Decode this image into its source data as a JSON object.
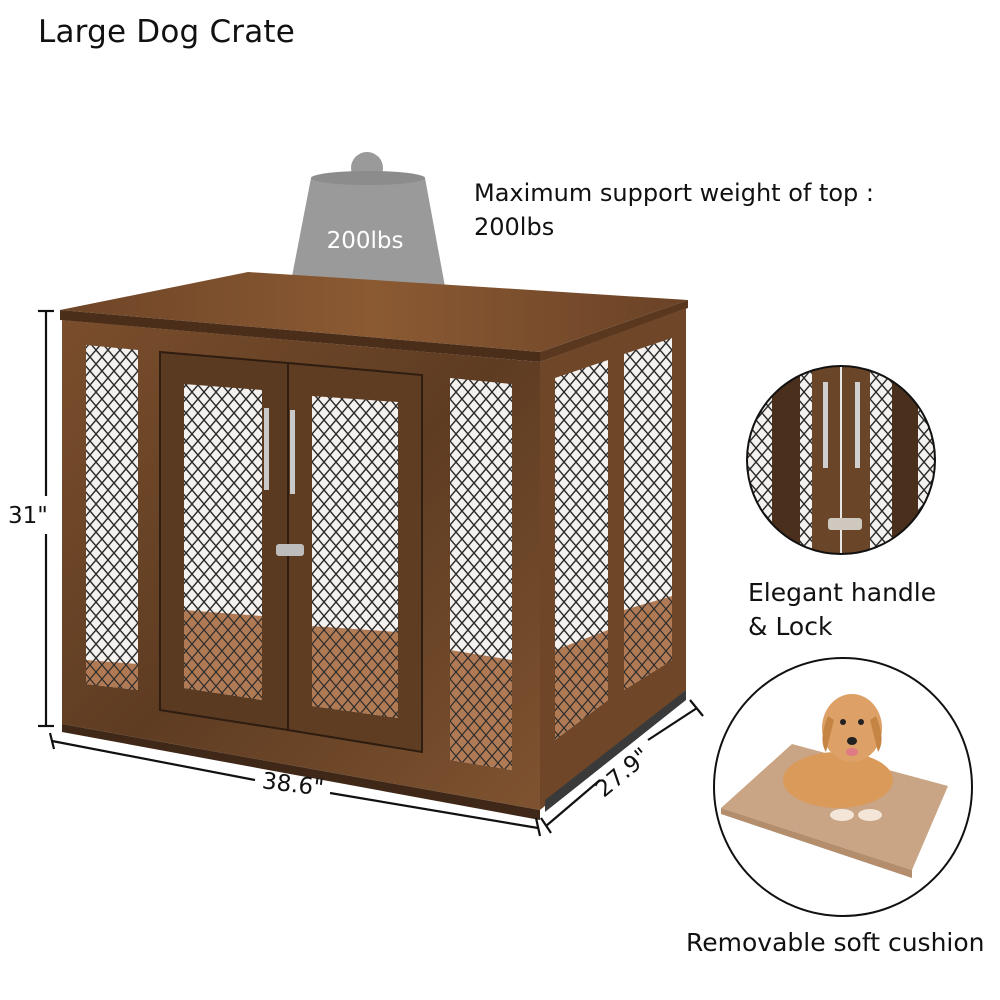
{
  "title": "Large Dog Crate",
  "top_load": {
    "weight_badge": "200lbs",
    "caption_line1": "Maximum support weight of top :",
    "caption_line2": "200lbs"
  },
  "dimensions": {
    "height": "31\"",
    "width": "38.6\"",
    "depth": "27.9\""
  },
  "features": [
    {
      "icon": "handle-lock-detail",
      "label_line1": "Elegant handle",
      "label_line2": "& Lock"
    },
    {
      "icon": "dog-on-cushion",
      "label_line1": "Removable soft cushion"
    }
  ],
  "colors": {
    "wood": "#6b4528",
    "wood_dark": "#3f2817",
    "wood_light": "#8a5a34",
    "mesh": "#2b2b2b",
    "weight_gray": "#9a9a9a",
    "cushion": "#c9a585",
    "dog": "#d99a5a"
  }
}
